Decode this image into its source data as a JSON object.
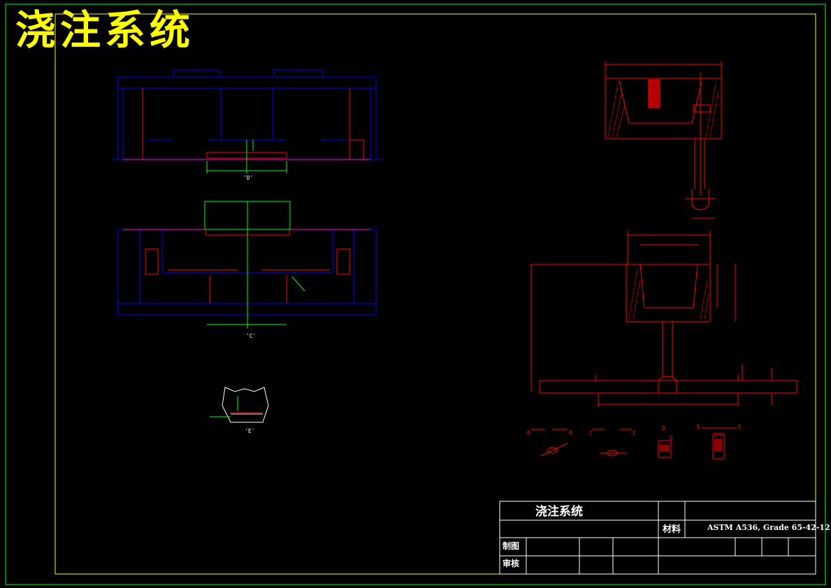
{
  "drawing": {
    "big_title": "浇注系统",
    "colors": {
      "background": "#000000",
      "border": "#ffff00",
      "outer_border": "#00ff00",
      "geometry_blue": "#0000ff",
      "geometry_red": "#ff0000",
      "dimension_green": "#00ff00",
      "centerline_magenta": "#ff00ff",
      "text_white": "#ffffff"
    },
    "view_labels": {
      "view_d": "'D'",
      "view_c": "'C'",
      "view_e": "'E'"
    },
    "section_labels": [
      "B",
      "B",
      "C",
      "C",
      "D",
      "D",
      "E",
      "E"
    ]
  },
  "title_block": {
    "title": "浇注系统",
    "material_label": "材料",
    "material": "ASTM A536, Grade 65-42-12",
    "drawn_label": "制图",
    "checked_label": "审核"
  }
}
